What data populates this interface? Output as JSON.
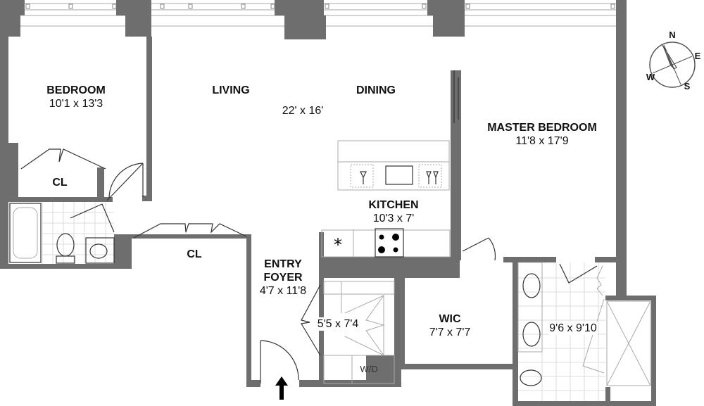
{
  "rooms": [
    {
      "name": "BEDROOM",
      "size": "10'1 x 13'3"
    },
    {
      "name": "LIVING",
      "size": ""
    },
    {
      "name": "DINING",
      "size": "22' x 16'"
    },
    {
      "name": "MASTER BEDROOM",
      "size": "11'8 x 17'9"
    },
    {
      "name": "KITCHEN",
      "size": "10'3 x 7'"
    },
    {
      "name": "ENTRY FOYER",
      "size": "4'7 x 11'8"
    },
    {
      "name": "WIC",
      "size": "7'7 x 7'7"
    },
    {
      "name": "CL",
      "size": ""
    },
    {
      "name": "CL",
      "size": ""
    },
    {
      "name": "",
      "size": "5'5 x 7'4"
    },
    {
      "name": "",
      "size": "9'6 x 9'10"
    }
  ],
  "fixtures": {
    "washer_dryer": "W/D"
  },
  "compass": {
    "n": "N",
    "e": "E",
    "s": "S",
    "w": "W"
  },
  "icons": [
    "compass-icon",
    "entry-arrow-icon",
    "stove-icon",
    "sink-icon",
    "toilet-icon",
    "bathtub-icon"
  ]
}
